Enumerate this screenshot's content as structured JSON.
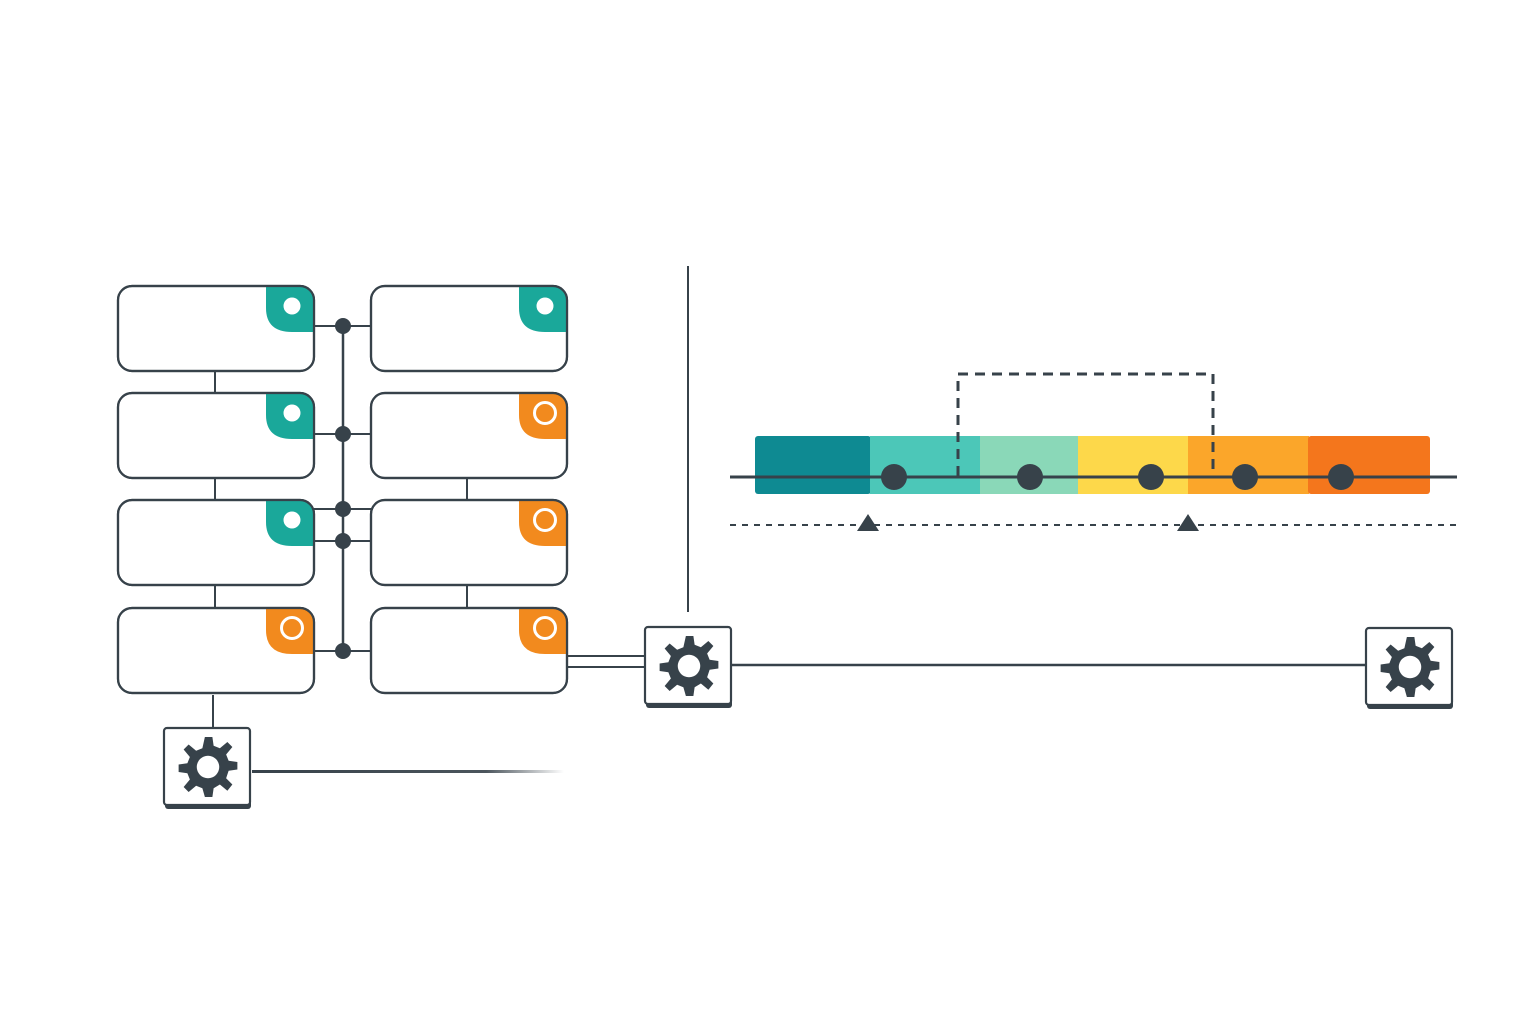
{
  "colors": {
    "ink": "#37424a",
    "teal": "#1aa89a",
    "orange": "#f28a1e",
    "paper": "#ffffff"
  },
  "cards": [
    {
      "column": "left",
      "row": 1,
      "status": "teal"
    },
    {
      "column": "left",
      "row": 2,
      "status": "teal"
    },
    {
      "column": "left",
      "row": 3,
      "status": "teal"
    },
    {
      "column": "left",
      "row": 4,
      "status": "orange"
    },
    {
      "column": "right",
      "row": 1,
      "status": "teal"
    },
    {
      "column": "right",
      "row": 2,
      "status": "orange"
    },
    {
      "column": "right",
      "row": 3,
      "status": "orange"
    },
    {
      "column": "right",
      "row": 4,
      "status": "orange"
    }
  ],
  "gear_nodes": [
    {
      "name": "gear-node-bottom-left",
      "icon": "gear-icon"
    },
    {
      "name": "gear-node-center",
      "icon": "gear-icon"
    },
    {
      "name": "gear-node-right",
      "icon": "gear-icon"
    }
  ],
  "gradient_bar": {
    "segments": [
      {
        "color": "#0e8a92"
      },
      {
        "color": "#4cc7b8"
      },
      {
        "color": "#8ad8b8"
      },
      {
        "color": "#fdd84a"
      },
      {
        "color": "#fba62a"
      },
      {
        "color": "#f4761c"
      }
    ],
    "point_count": 5,
    "marker_count": 2
  }
}
